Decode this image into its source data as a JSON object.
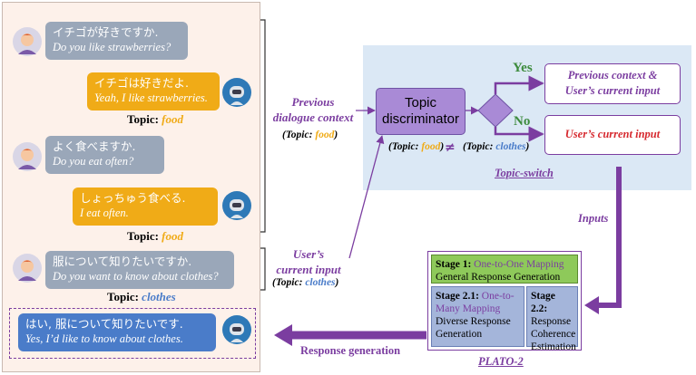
{
  "chat": [
    {
      "speaker": "user",
      "jp": "イチゴが好きですか.",
      "en": "Do you like strawberries?"
    },
    {
      "speaker": "bot",
      "jp": "イチゴは好きだよ.",
      "en": "Yeah, I like strawberries.",
      "topic_label": "Topic:",
      "topic_value": "food"
    },
    {
      "speaker": "user",
      "jp": "よく食べますか.",
      "en": "Do you eat often?"
    },
    {
      "speaker": "bot",
      "jp": "しょっちゅう食べる.",
      "en": "I eat often.",
      "topic_label": "Topic:",
      "topic_value": "food"
    },
    {
      "speaker": "user",
      "jp": "服について知りたいですか.",
      "en": "Do you want to know about clothes?",
      "topic_label": "Topic:",
      "topic_value": "clothes"
    },
    {
      "speaker": "bot",
      "jp": "はい, 服について知りたいです.",
      "en": "Yes, I’d like to know about clothes."
    }
  ],
  "labels": {
    "previous_context": [
      "Previous",
      "dialogue context"
    ],
    "previous_topic_prefix": "(Topic: ",
    "previous_topic_value": "food",
    "previous_topic_suffix": ")",
    "users_input": [
      "User’s",
      "current input"
    ],
    "users_topic_prefix": "(Topic: ",
    "users_topic_value": "clothes",
    "users_topic_suffix": ")",
    "inputs": "Inputs",
    "response_generation": "Response generation"
  },
  "topic_switch": {
    "discriminator": [
      "Topic",
      "discriminator"
    ],
    "yes": "Yes",
    "no": "No",
    "yes_box": [
      "Previous context &",
      "User’s current input"
    ],
    "no_box": "User’s current input",
    "cmp_left_prefix": "(Topic: ",
    "cmp_left_value": "food",
    "cmp_left_suffix": ")",
    "neq": "≠",
    "cmp_right_prefix": "(Topic: ",
    "cmp_right_value": "clothes",
    "cmp_right_suffix": ")",
    "caption": "Topic-switch"
  },
  "plato": {
    "stage1_label": "Stage 1:",
    "stage1_title": "One-to-One Mapping",
    "stage1_desc": "General Response Generation",
    "stage21_label": "Stage 2.1:",
    "stage21_title": "One-to-Many Mapping",
    "stage21_desc": [
      "Diverse Response",
      "Generation"
    ],
    "stage22_label": "Stage 2.2:",
    "stage22_desc": [
      "Response",
      "Coherence",
      "Estimation"
    ],
    "caption": "PLATO-2"
  },
  "colors": {
    "user_bubble": "#9aa7b9",
    "bot_bubble": "#f0ab17",
    "final_bubble": "#4a7cc9",
    "food": "#f0ab17",
    "clothes": "#4a7cc9",
    "arrow_purple": "#7b3da0",
    "yes_green": "#3d8b3d",
    "no_green": "#3d8b3d",
    "stage1_bg": "#8ec95a",
    "stage2_bg": "#a4b5da"
  }
}
